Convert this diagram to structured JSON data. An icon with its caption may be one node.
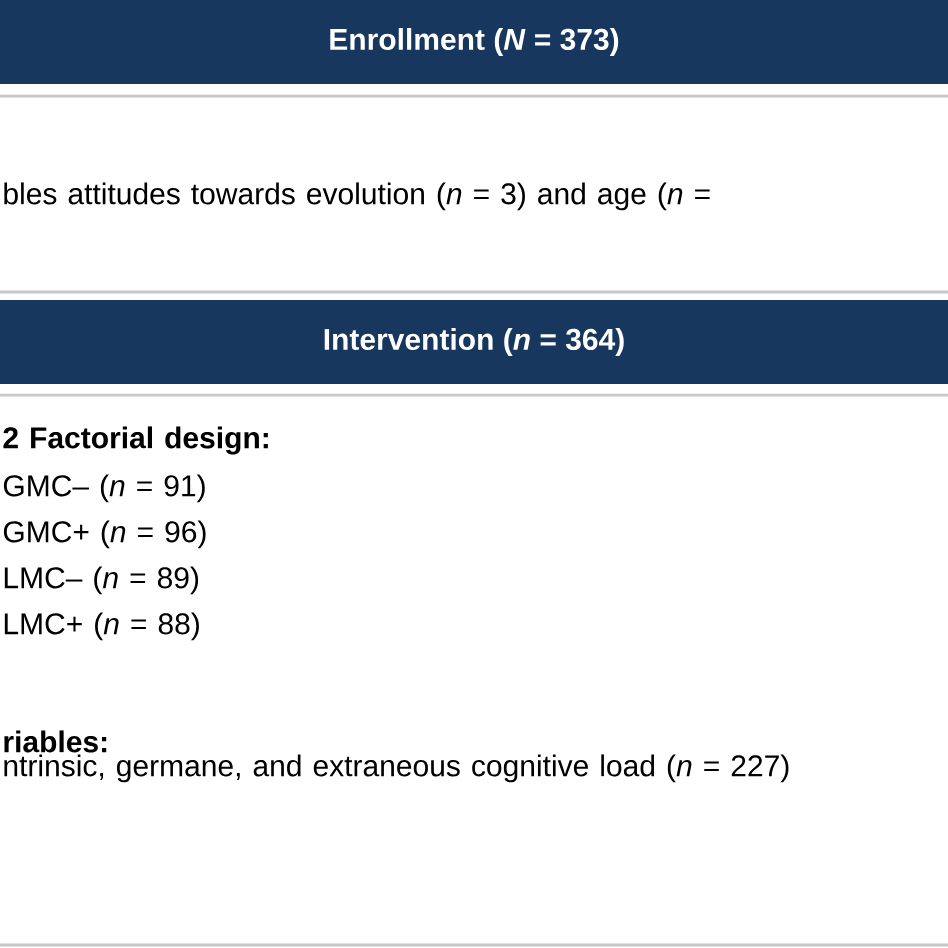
{
  "diagram": {
    "nodes": [
      {
        "text": [
          "Enrollment (*N* = 373)"
        ]
      },
      {
        "text": [
          "bles attitudes towards evolution (*n* = 3) and age (*n* ="
        ]
      },
      {
        "text": [
          "Intervention (*n* = 364)"
        ]
      },
      {
        "text": [
          "2 Factorial design:",
          "GMC– (*n* = 91)",
          "GMC+ (*n* = 96)",
          "LMC– (*n* = 89)",
          "LMC+ (*n* = 88)",
          "riables:",
          "ntrinsic, germane, and extraneous cognitive load (*n* = 227)"
        ]
      }
    ]
  }
}
